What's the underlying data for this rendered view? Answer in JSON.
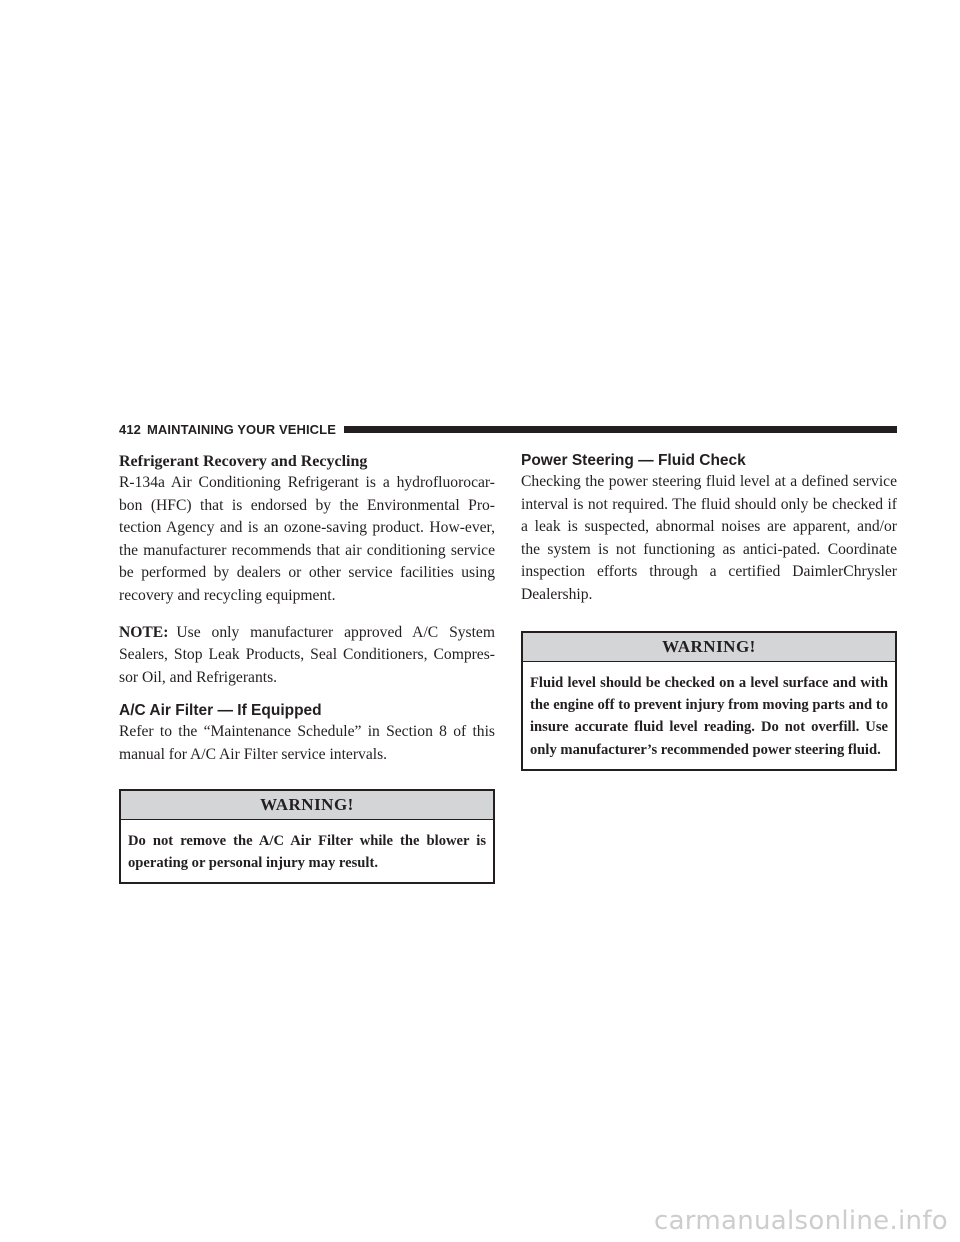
{
  "header": {
    "page_number": "412",
    "section_title": "MAINTAINING YOUR VEHICLE"
  },
  "left_column": {
    "refrigerant": {
      "heading": "Refrigerant Recovery and Recycling",
      "body": "R-134a Air Conditioning Refrigerant is a hydrofluorocar-bon (HFC) that is endorsed by the Environmental Pro-tection Agency and is an ozone-saving product. How-ever, the manufacturer recommends that air conditioning service be performed by dealers or other service facilities using recovery and recycling equipment."
    },
    "note": {
      "label": "NOTE:",
      "text": "Use only manufacturer approved A/C System Sealers, Stop Leak Products, Seal Conditioners, Compres-sor Oil, and Refrigerants."
    },
    "ac_filter": {
      "heading": "A/C Air Filter — If Equipped",
      "body": "Refer to the “Maintenance Schedule” in Section 8 of this manual for A/C Air Filter service intervals."
    },
    "warning": {
      "title": "WARNING!",
      "text": "Do not remove the A/C Air Filter while the blower is operating or personal injury may result."
    }
  },
  "right_column": {
    "power_steering": {
      "heading": "Power Steering — Fluid Check",
      "body": "Checking the power steering fluid level at a defined service interval is not required. The fluid should only be checked if a leak is suspected, abnormal noises are apparent, and/or the system is not functioning as antici-pated. Coordinate inspection efforts through a certified DaimlerChrysler Dealership."
    },
    "warning": {
      "title": "WARNING!",
      "text": "Fluid level should be checked on a level surface and with the engine off to prevent injury from moving parts and to insure accurate fluid level reading. Do not overfill. Use only manufacturer’s recommended power steering fluid."
    }
  },
  "footer": {
    "watermark": "carmanualsonline.info"
  }
}
